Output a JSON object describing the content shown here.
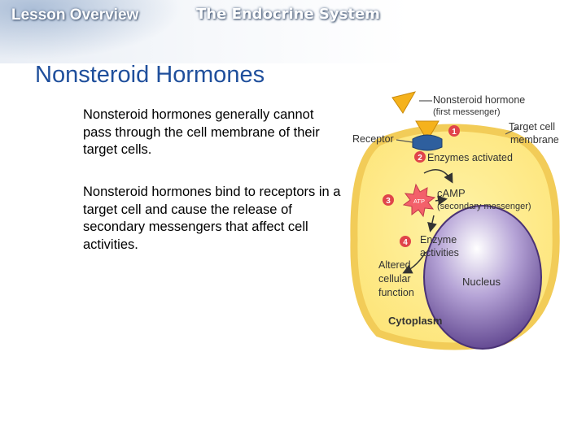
{
  "header": {
    "lesson_label": "Lesson Overview",
    "topic": "The Endocrine System"
  },
  "slide": {
    "title": "Nonsteroid Hormones",
    "paragraphs": [
      "Nonsteroid hormones generally cannot pass through the cell membrane of their target cells.",
      "Nonsteroid hormones bind to receptors in a target cell and cause the release of secondary messengers that affect cell activities."
    ]
  },
  "diagram": {
    "hormone_label": "Nonsteroid hormone",
    "hormone_sublabel": "(first messenger)",
    "receptor_label": "Receptor",
    "membrane_label_1": "Target cell",
    "membrane_label_2": "membrane",
    "step_numbers": [
      "1",
      "2",
      "3",
      "4"
    ],
    "step2_label": "Enzymes activated",
    "atp_label": "ATP",
    "camp_label": "cAMP",
    "camp_sublabel": "(secondary messenger)",
    "enzyme_label_1": "Enzyme",
    "enzyme_label_2": "activities",
    "altered_label_1": "Altered",
    "altered_label_2": "cellular",
    "altered_label_3": "function",
    "nucleus_label": "Nucleus",
    "cytoplasm_label": "Cytoplasm",
    "colors": {
      "cytoplasm": "#fde883",
      "membrane": "#f5cf5f",
      "hormone": "#f5b21c",
      "receptor": "#2e5f9e",
      "step_badge": "#e0444a",
      "nucleus": "#7b62a8"
    }
  }
}
